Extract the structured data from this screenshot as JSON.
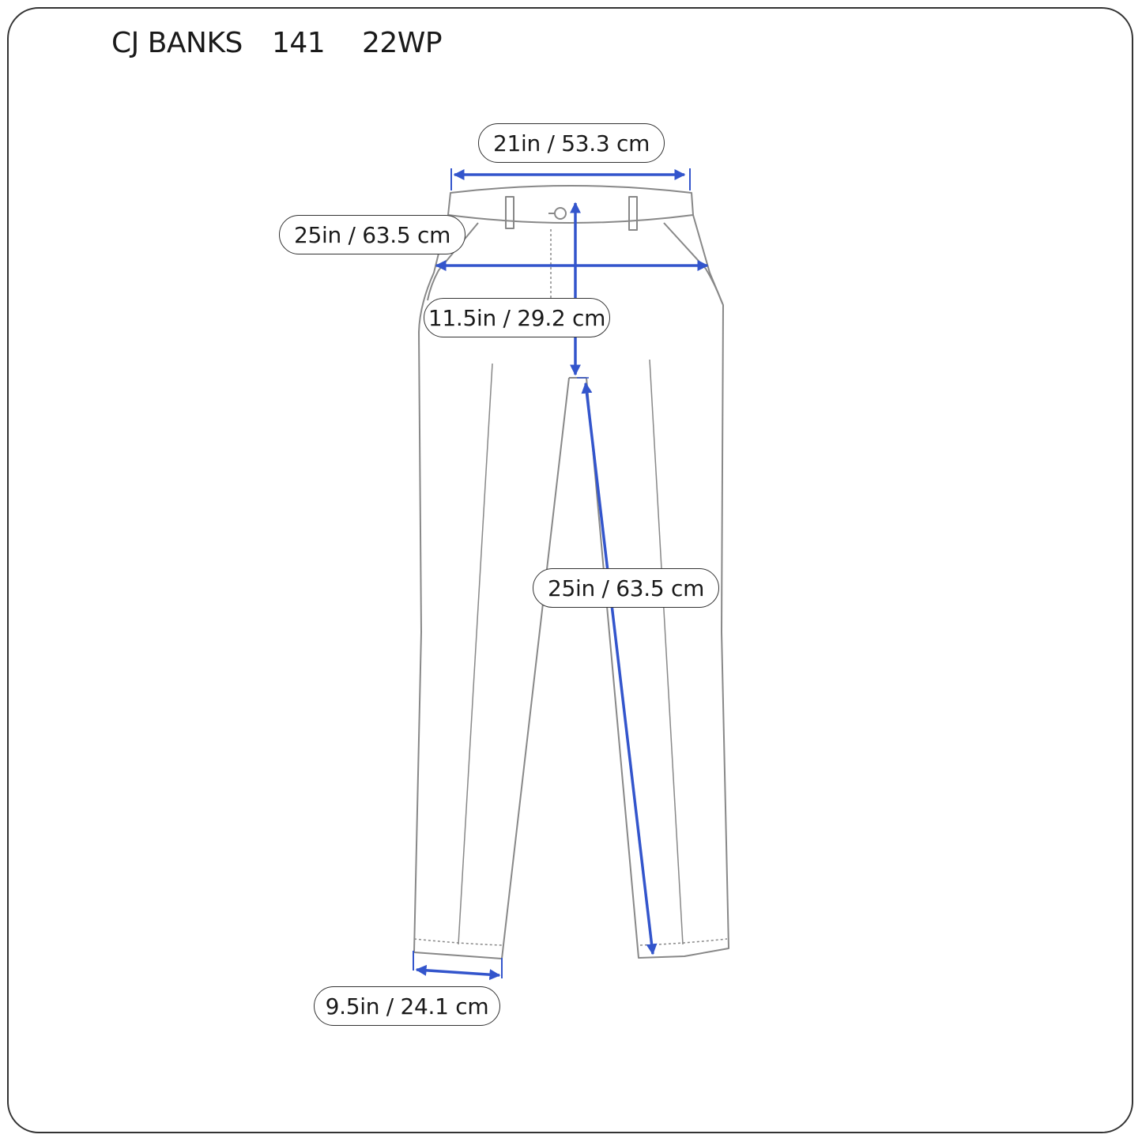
{
  "header": {
    "brand": "CJ BANKS",
    "style_code": "141",
    "size": "22WP"
  },
  "measurements": {
    "waist": "21in / 53.3 cm",
    "hip": "25in / 63.5 cm",
    "rise": "11.5in / 29.2 cm",
    "inseam": "25in / 63.5 cm",
    "leg_opening": "9.5in / 24.1 cm"
  },
  "colors": {
    "arrow": "#3355cc",
    "outline": "#888888"
  }
}
